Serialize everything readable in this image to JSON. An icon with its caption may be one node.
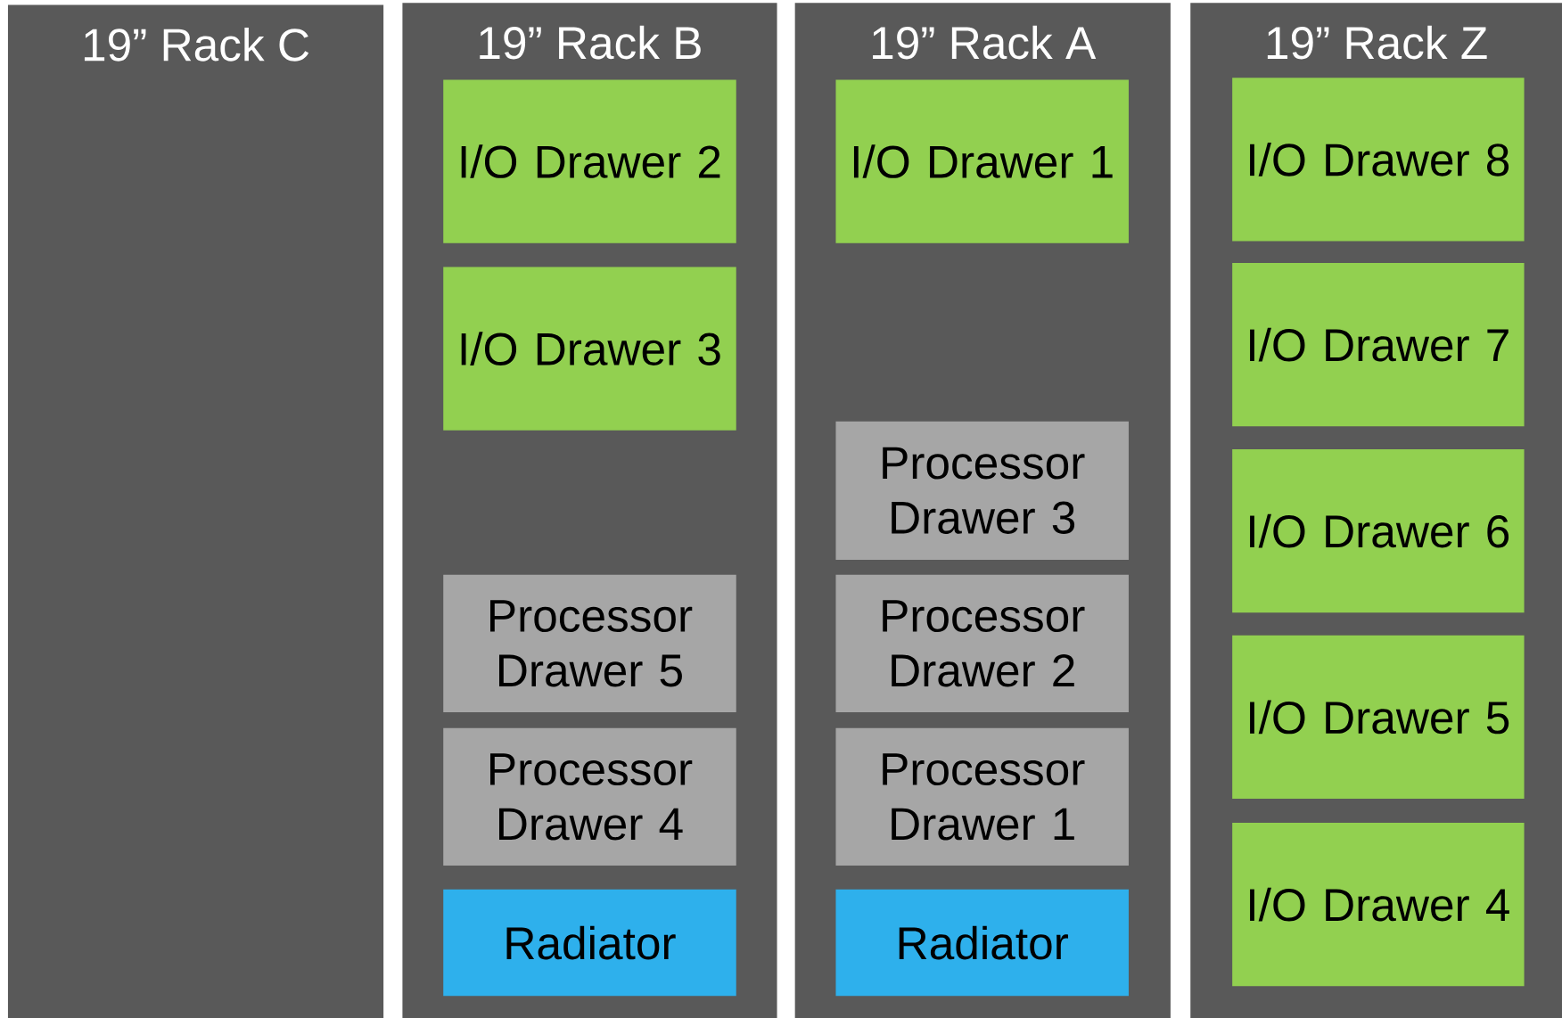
{
  "diagram": {
    "nodes": [
      {
        "text": [
          "19” Rack C"
        ]
      },
      {
        "text": [
          "19” Rack B"
        ]
      },
      {
        "text": [
          "I/O Drawer 2"
        ],
        "in": 1
      },
      {
        "text": [
          "I/O Drawer 3"
        ],
        "in": 1
      },
      {
        "text": [
          "Processor Drawer 5"
        ],
        "in": 1
      },
      {
        "text": [
          "Processor Drawer 4"
        ],
        "in": 1
      },
      {
        "text": [
          "Radiator"
        ],
        "in": 1
      },
      {
        "text": [
          "19” Rack A"
        ]
      },
      {
        "text": [
          "I/O Drawer 1"
        ],
        "in": 7
      },
      {
        "text": [
          "Processor Drawer 3"
        ],
        "in": 7
      },
      {
        "text": [
          "Processor Drawer 2"
        ],
        "in": 7
      },
      {
        "text": [
          "Processor Drawer 1"
        ],
        "in": 7
      },
      {
        "text": [
          "Radiator"
        ],
        "in": 7
      },
      {
        "text": [
          "19” Rack Z"
        ]
      },
      {
        "text": [
          "I/O Drawer 8"
        ],
        "in": 13
      },
      {
        "text": [
          "I/O Drawer 7"
        ],
        "in": 13
      },
      {
        "text": [
          "I/O Drawer 6"
        ],
        "in": 13
      },
      {
        "text": [
          "I/O Drawer 5"
        ],
        "in": 13
      },
      {
        "text": [
          "I/O Drawer 4"
        ],
        "in": 13
      }
    ]
  }
}
